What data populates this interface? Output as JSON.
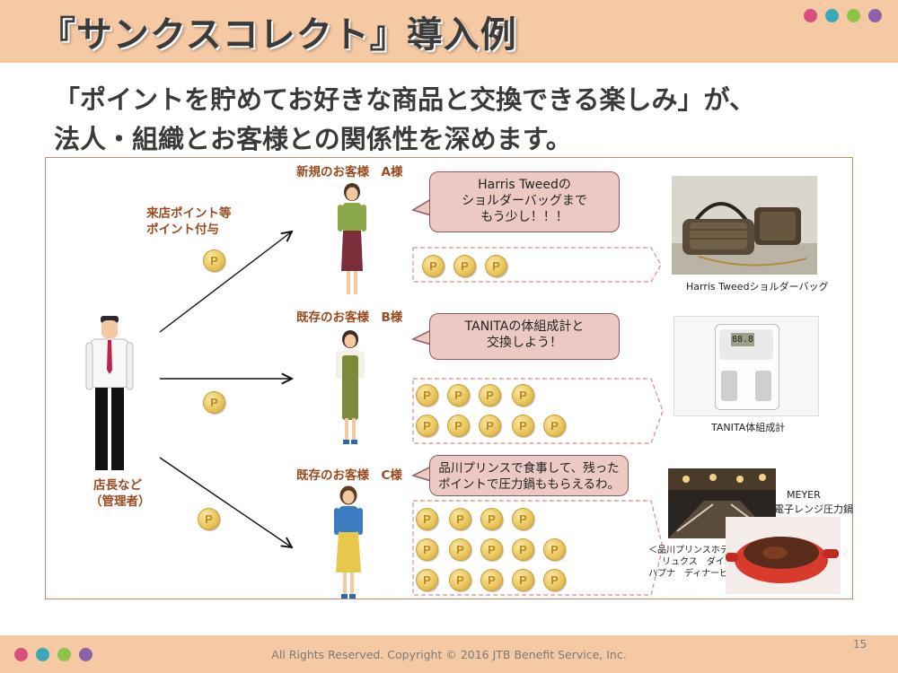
{
  "header": {
    "title": "『サンクスコレクト』導入例",
    "dots": [
      "#d94f7c",
      "#3aa8b8",
      "#8cc44a",
      "#8b62a8"
    ]
  },
  "subtitle": {
    "line1": "「ポイントを貯めてお好きな商品と交換できる楽しみ」が、",
    "line2": "法人・組織とお客様との関係性を深めます。"
  },
  "diagram": {
    "manager_label_1": "店長など",
    "manager_label_2": "（管理者）",
    "points_label_1": "来店ポイント等",
    "points_label_2": "ポイント付与",
    "coin_glyph": "P",
    "customers": [
      {
        "label": "新規のお客様　A様",
        "bubble": [
          "Harris Tweedの",
          "ショルダーバッグまで",
          "もう少し！！！"
        ],
        "coins": 3,
        "product_caption": "Harris Tweedショルダーバッグ"
      },
      {
        "label": "既存のお客様　B様",
        "bubble": [
          "TANITAの体組成計と",
          "交換しよう！"
        ],
        "coins": 9,
        "product_caption": "TANITA体組成計"
      },
      {
        "label": "既存のお客様　C様",
        "bubble": [
          "品川プリンスで食事して、残った",
          "ポイントで圧力鍋ももらえるわ。"
        ],
        "coins": 14,
        "product_caption_1": "MEYER",
        "product_caption_2": "電子レンジ圧力鍋",
        "restaurant_caption": [
          "＜品川プリンスホテル＞",
          "リュクス　ダイニング",
          "ハプナ　ディナービュッフェ"
        ]
      }
    ],
    "scale_display": "88.8"
  },
  "footer": {
    "copyright": "All Rights Reserved. Copyright © 2016 JTB Benefit Service, Inc.",
    "page_number": "15"
  }
}
